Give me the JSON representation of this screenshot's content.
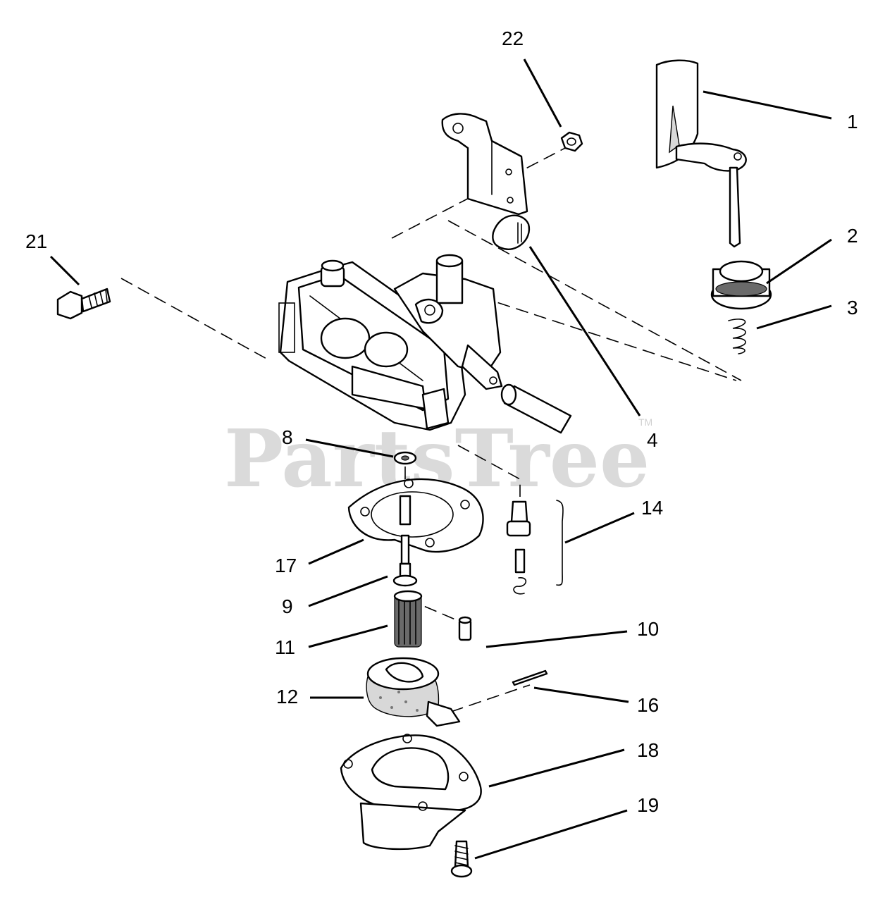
{
  "watermark": {
    "text": "PartsTree",
    "tm": "TM"
  },
  "callouts": [
    "1",
    "2",
    "3",
    "4",
    "8",
    "9",
    "10",
    "11",
    "12",
    "14",
    "16",
    "17",
    "18",
    "19",
    "21",
    "22"
  ],
  "colors": {
    "line": "#000000",
    "background": "#ffffff",
    "watermark": "#bdbdbd"
  }
}
